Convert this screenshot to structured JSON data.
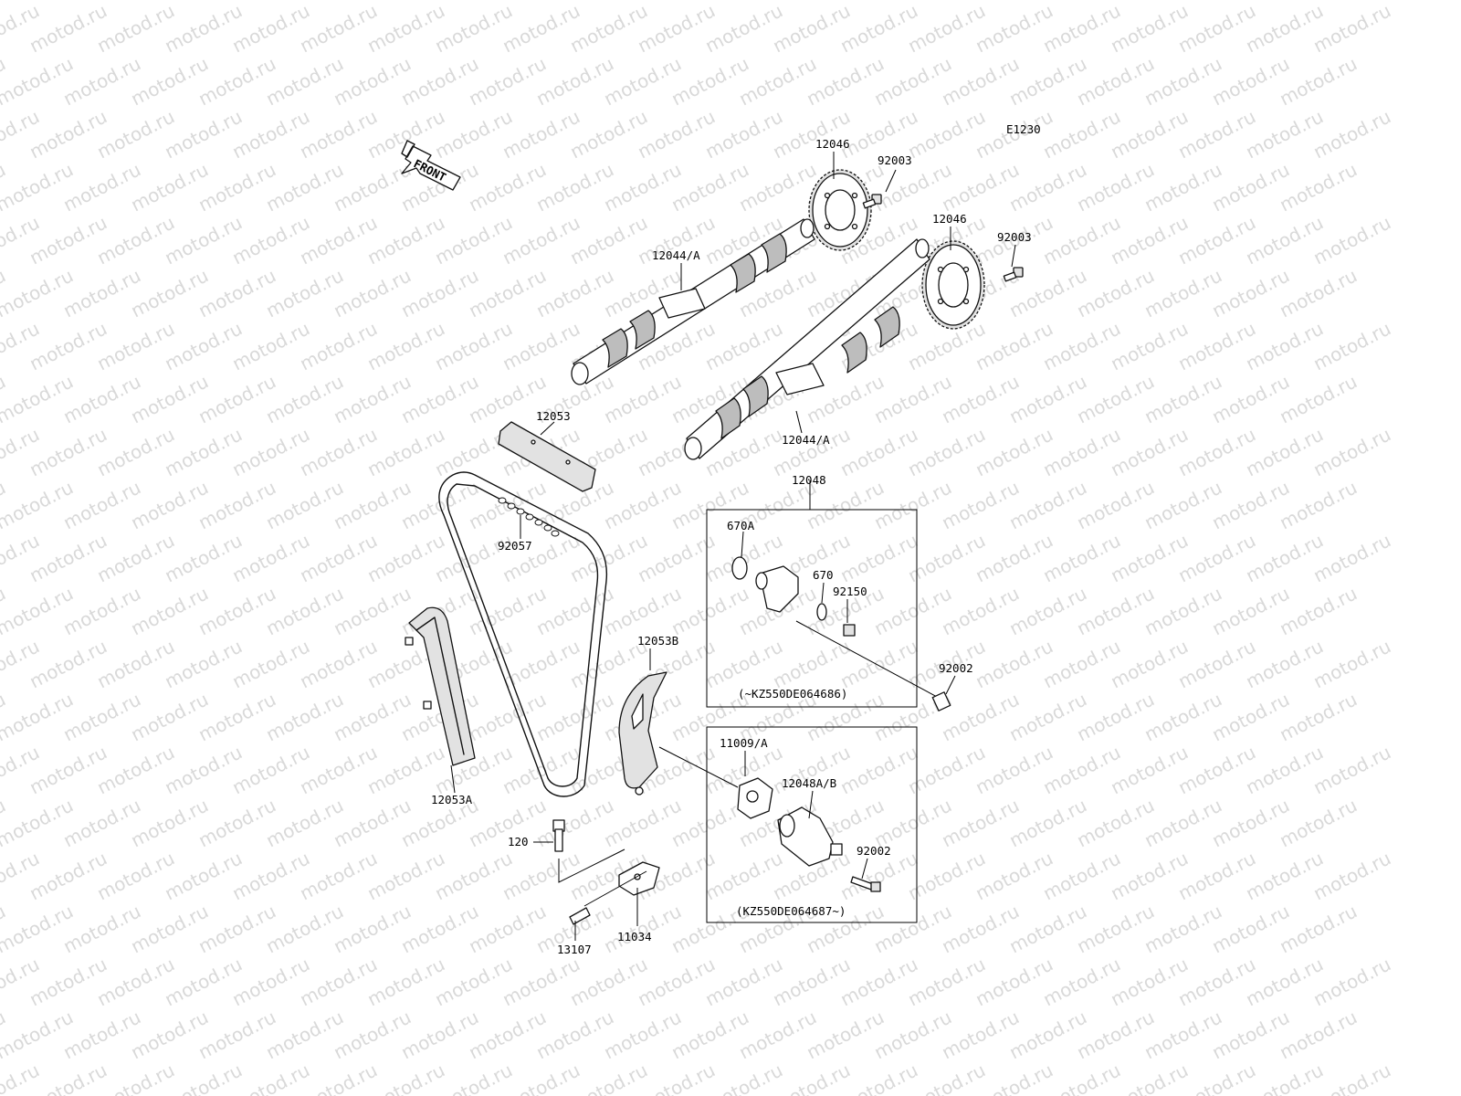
{
  "diagram": {
    "code": "E1230",
    "watermark": "motod.ru",
    "front_label": "FRONT",
    "labels": {
      "sprocket_upper": "12046",
      "bolt_upper": "92003",
      "sprocket_lower": "12046",
      "bolt_lower": "92003",
      "camshaft_upper": "12044/A",
      "camshaft_lower": "12044/A",
      "guide_upper": "12053",
      "chain": "92057",
      "tensioner_assy_top": "12048",
      "oring_670a": "670A",
      "oring_670": "670",
      "bolt_92150": "92150",
      "bolt_92002_top": "92002",
      "note_top": "(~KZ550DE064686)",
      "guide_rear": "12053B",
      "guide_front": "12053A",
      "gasket": "11009/A",
      "tensioner_assy_bottom": "12048A/B",
      "bolt_92002_bottom": "92002",
      "note_bottom": "(KZ550DE064687~)",
      "bolt_120": "120",
      "bracket": "11034",
      "pin": "13107"
    }
  }
}
